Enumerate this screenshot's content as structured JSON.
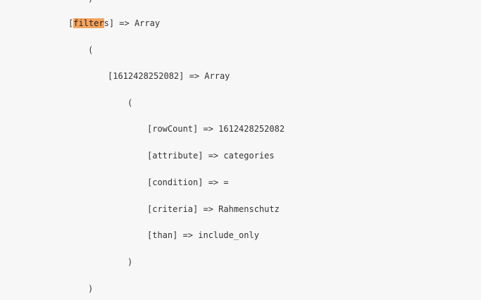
{
  "code": {
    "top_paren_close": ")",
    "filters_open_bracket": "[",
    "filters_highlight": "filter",
    "filters_rest": "s] => Array",
    "filters_paren_open": "(",
    "item_key_line": "[1612428252082] => Array",
    "item_paren_open": "(",
    "row_count_line": "[rowCount] => 1612428252082",
    "attribute_line": "[attribute] => categories",
    "condition_line": "[condition] => =",
    "criteria_line": "[criteria] => Rahmenschutz",
    "than_line": "[than] => include_only",
    "item_paren_close": ")",
    "filters_paren_close": ")"
  },
  "colors": {
    "background": "#f7f7f7",
    "text": "#333333",
    "search_highlight": "#f5a25b"
  }
}
